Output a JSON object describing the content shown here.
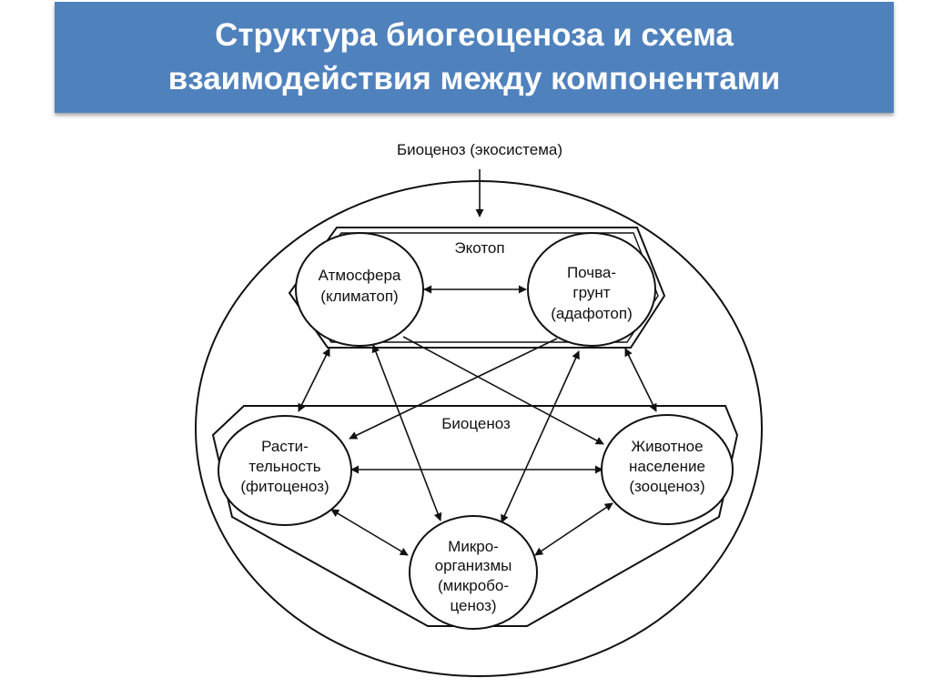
{
  "title": {
    "line1": "Структура биогеоценоза  и схема",
    "line2": "взаимодействия между компонентами"
  },
  "diagram": {
    "top_label": "Биоценоз (экосистема)",
    "group_ecotop": "Экотоп",
    "group_biocenosis": "Биоценоз",
    "nodes": {
      "atmosphere": [
        "Атмосфера",
        "(климатоп)"
      ],
      "soil": [
        "Почва-",
        "грунт",
        "(адафотоп)"
      ],
      "plants": [
        "Расти-",
        "тельность",
        "(фитоценоз)"
      ],
      "animals": [
        "Животное",
        "население",
        "(зооценоз)"
      ],
      "microbes": [
        "Микро-",
        "организмы",
        "(микробо-",
        "ценоз)"
      ]
    }
  }
}
